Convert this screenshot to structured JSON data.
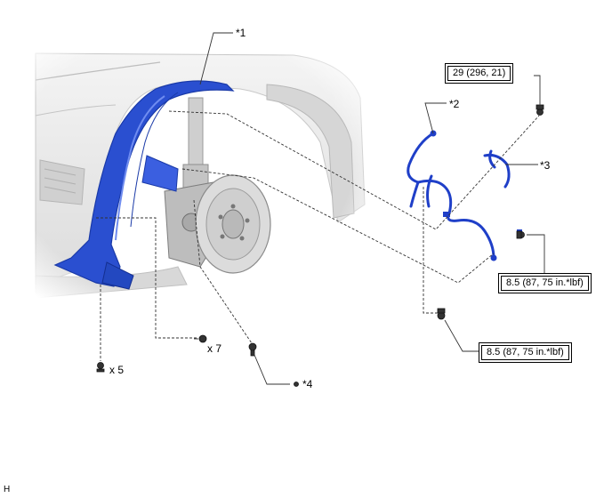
{
  "callouts": {
    "c1": "*1",
    "c2": "*2",
    "c3": "*3",
    "c4": "*4"
  },
  "quantities": {
    "q7": "x 7",
    "q5": "x 5"
  },
  "torques": {
    "t1": "29 (296, 21)",
    "t2": "8.5 (87, 75 in.*lbf)",
    "t3": "8.5 (87, 75 in.*lbf)"
  },
  "corner_mark": "H",
  "colors": {
    "liner": "#2a4fd0",
    "liner_dark": "#1a3aa8",
    "harness": "#1f3fc8",
    "body_gray": "#e6e6e6",
    "line": "#333333"
  }
}
